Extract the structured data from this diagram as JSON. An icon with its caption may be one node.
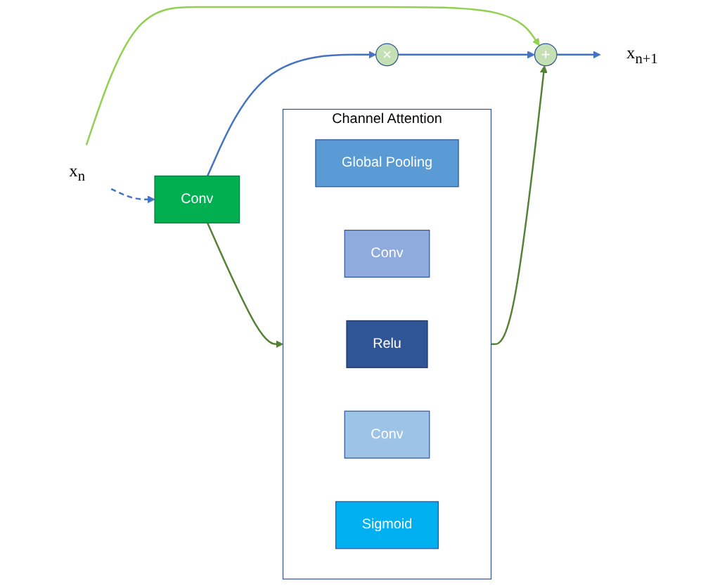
{
  "diagram": {
    "nodes": [
      {
        "text": [
          "x$_{n}$"
        ]
      },
      {
        "text": [
          "Conv"
        ]
      },
      {
        "text": [
          "×"
        ]
      },
      {
        "text": [
          "+"
        ]
      },
      {
        "text": [
          "x$_{n+1}$"
        ]
      },
      {
        "text": [
          "Channel Attention"
        ]
      },
      {
        "text": [
          "Global Pooling"
        ],
        "in": 5
      },
      {
        "text": [
          "Conv"
        ],
        "in": 5
      },
      {
        "text": [
          "Relu"
        ],
        "in": 5
      },
      {
        "text": [
          "Conv"
        ],
        "in": 5
      },
      {
        "text": [
          "Sigmoid"
        ],
        "in": 5
      }
    ],
    "edges": [
      {
        "from": 0,
        "to": 1,
        "arrow": "to",
        "style": "dashed",
        "color": "#4472c4"
      },
      {
        "from": 0,
        "to": 3,
        "arrow": "to",
        "color": "#92d050"
      },
      {
        "from": 1,
        "to": 2,
        "arrow": "to"
      },
      {
        "from": 2,
        "to": 3,
        "arrow": "to"
      },
      {
        "from": 3,
        "to": 4,
        "arrow": "to"
      },
      {
        "from": 1,
        "to": 5,
        "arrow": "to",
        "color": "#548235"
      },
      {
        "from": 5,
        "to": 3,
        "arrow": "to",
        "color": "#548235"
      }
    ]
  }
}
